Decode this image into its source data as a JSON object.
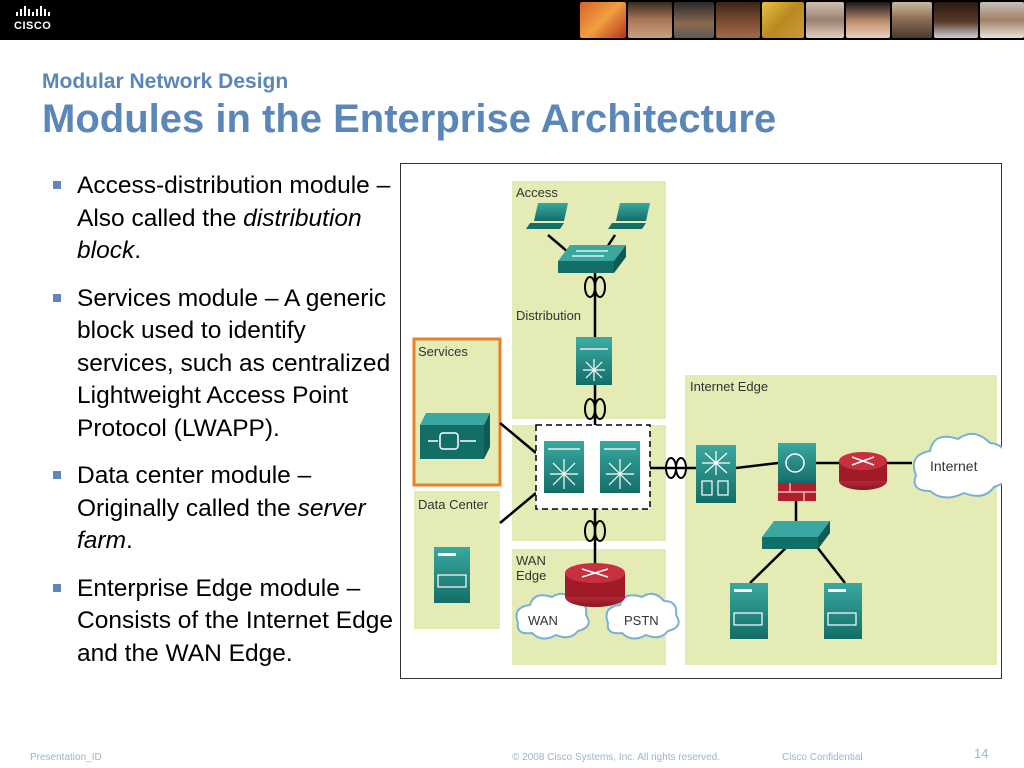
{
  "header": {
    "logo_text": "CISCO"
  },
  "slide": {
    "subtitle": "Modular Network Design",
    "title": "Modules in the Enterprise Architecture",
    "bullets": [
      {
        "lead": "Access-distribution module – Also called the ",
        "em": "distribution block",
        "tail": "."
      },
      {
        "lead": "Services module – A generic block used to identify services, such as centralized Lightweight Access Point Protocol (LWAPP).",
        "em": "",
        "tail": ""
      },
      {
        "lead": "Data center module – Originally called the ",
        "em": "server farm",
        "tail": "."
      },
      {
        "lead": "Enterprise Edge module – Consists of the Internet Edge and the WAN Edge.",
        "em": "",
        "tail": ""
      }
    ]
  },
  "diagram": {
    "labels": {
      "access": "Access",
      "distribution": "Distribution",
      "services": "Services",
      "data_center": "Data Center",
      "wan_edge_1": "WAN",
      "wan_edge_2": "Edge",
      "internet_edge": "Internet Edge",
      "internet": "Internet",
      "wan": "WAN",
      "pstn": "PSTN"
    },
    "colors": {
      "module_fill": "#e4ebb4",
      "device": "#1b8c84",
      "router": "#b0202c",
      "services_border": "#e8822a"
    }
  },
  "footer": {
    "presentation_id": "Presentation_ID",
    "copyright": "© 2008 Cisco Systems, Inc. All rights reserved.",
    "confidential": "Cisco Confidential",
    "page_number": "14"
  }
}
